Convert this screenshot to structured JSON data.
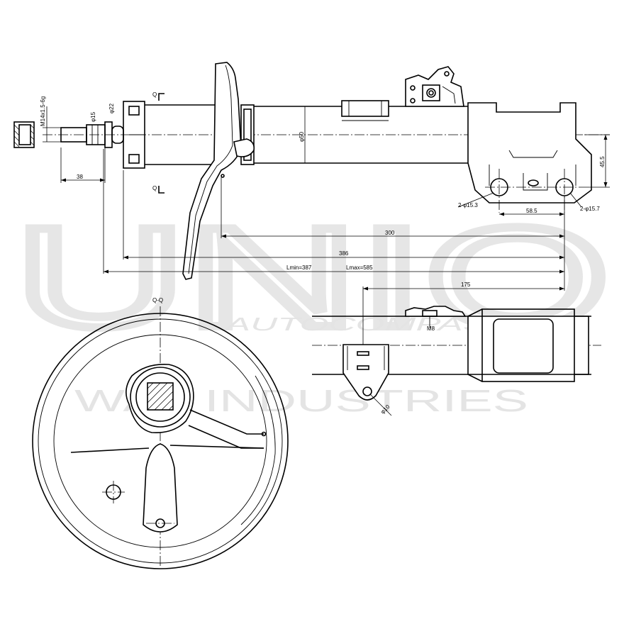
{
  "watermark": {
    "big": "UNIO",
    "brand": "AUTOCOMPAS",
    "line": "WAY INDUSTRIES"
  },
  "view_labels": {
    "section": "Q-Q",
    "cut_top": "Q",
    "cut_bottom": "Q"
  },
  "dimensions": {
    "thread": "M14x1.5-6g",
    "rod_dia": "φ15",
    "collar_dia": "φ22",
    "body_dia": "φ50",
    "rod_len": "38",
    "height_45": "45.5",
    "holes_small": "2-φ15.3",
    "holes_large": "2-φ15.7",
    "hole_spacing": "58.5",
    "len_300": "300",
    "len_386": "386",
    "lmin": "Lmin=387",
    "lmax": "Lmax=585",
    "len_175": "175",
    "bolt": "M8",
    "bracket_hole": "φ10"
  }
}
